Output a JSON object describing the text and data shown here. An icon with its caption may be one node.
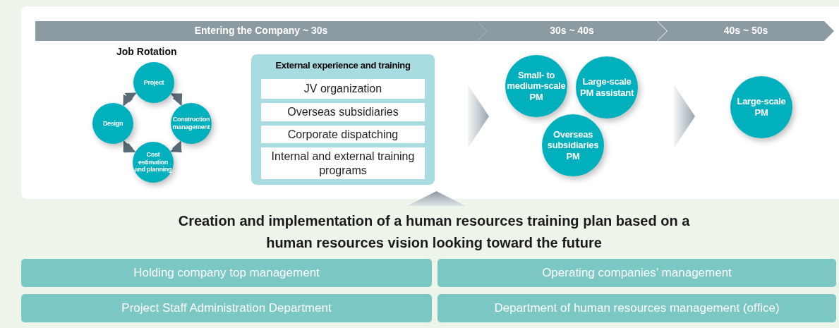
{
  "diagram": {
    "nodes": [
      {
        "text": [
          "Entering the Company ~ 30s"
        ]
      },
      {
        "text": [
          "30s ~ 40s"
        ]
      },
      {
        "text": [
          "40s ~ 50s"
        ]
      },
      {
        "text": [
          "Project"
        ]
      },
      {
        "text": [
          "Construction management"
        ]
      },
      {
        "text": [
          "Cost estimation and planning"
        ]
      },
      {
        "text": [
          "Design"
        ]
      },
      {
        "text": [
          "External experience and training"
        ]
      },
      {
        "text": [
          "JV organization"
        ],
        "in": 7
      },
      {
        "text": [
          "Overseas subsidiaries"
        ],
        "in": 7
      },
      {
        "text": [
          "Corporate dispatching"
        ],
        "in": 7
      },
      {
        "text": [
          "Internal and external training programs"
        ],
        "in": 7
      },
      {
        "text": [],
        "shape": "chevron"
      },
      {
        "text": [
          "Small- to medium-scale PM"
        ]
      },
      {
        "text": [
          "Large-scale PM assistant"
        ]
      },
      {
        "text": [
          "Overseas subsidiaries PM"
        ]
      },
      {
        "text": [],
        "shape": "chevron"
      },
      {
        "text": [
          "Large-scale PM"
        ]
      },
      {
        "text": [],
        "shape": "triangle"
      },
      {
        "text": [
          "Holding company top management"
        ]
      },
      {
        "text": [
          "Operating companies’ management"
        ]
      },
      {
        "text": [
          "Project Staff Administration Department"
        ]
      },
      {
        "text": [
          "Department of human resources management (office)"
        ]
      }
    ],
    "edges": [
      {
        "from": 3,
        "to": 4,
        "arrow": "both"
      },
      {
        "from": 4,
        "to": 5,
        "arrow": "both"
      },
      {
        "from": 5,
        "to": 6,
        "arrow": "both"
      },
      {
        "from": 6,
        "to": 3,
        "arrow": "both"
      }
    ],
    "labels": [
      "Job Rotation",
      "Creation and implementation of a human resources training plan based on a human resources vision looking toward the future"
    ]
  }
}
